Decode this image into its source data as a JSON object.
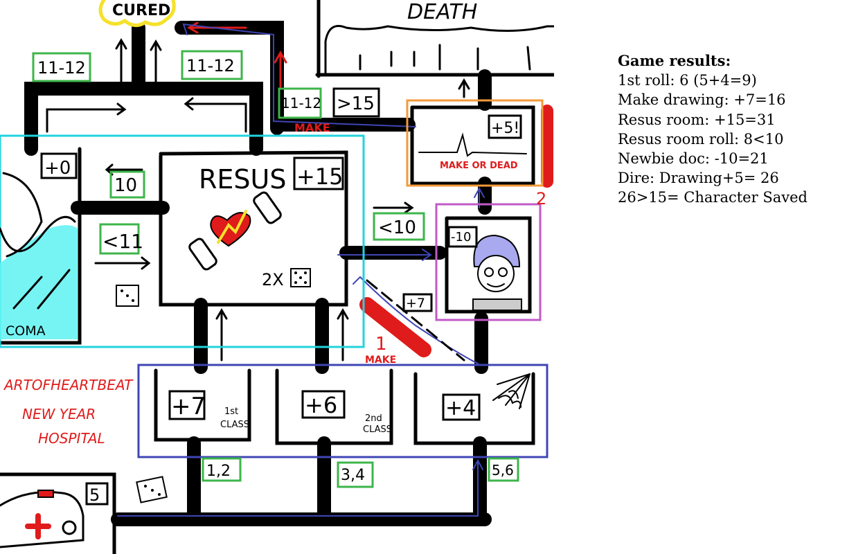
{
  "board": {
    "cured_label": "CURED",
    "death_label": "DEATH",
    "coma_label": "COMA",
    "resus_label": "RESUS",
    "resus_bonus": "+15",
    "resus_dice": "2X",
    "coma_bonus": "+0",
    "monitor_bonus": "+5!",
    "monitor_text": "MAKE OR DEAD",
    "newbie_malus": "-10",
    "ambulance_roll": "5",
    "gates": {
      "left_cured": "11-12",
      "mid_cured": "11-12",
      "right_cured": "11-12",
      "death_threshold": ">15",
      "coma_gate": "10",
      "coma_less": "<11",
      "newbie_gate": "<10",
      "slide_bonus": "+7"
    },
    "make_labels": [
      "MAKE",
      "MAKE"
    ],
    "number_labels": [
      "1",
      "2"
    ],
    "classes": [
      {
        "bonus": "+7",
        "label_a": "1st",
        "label_b": "CLASS",
        "roll": "1,2"
      },
      {
        "bonus": "+6",
        "label_a": "2nd",
        "label_b": "CLASS",
        "roll": "3,4"
      },
      {
        "bonus": "+4",
        "label_a": "",
        "label_b": "",
        "roll": "5,6"
      }
    ],
    "title_lines": [
      "ARTOFHEARTBEAT",
      "NEW YEAR",
      "HOSPITAL"
    ],
    "colors": {
      "cyan": "#22d3dd",
      "orange": "#f39a3a",
      "purple": "#c05ac8",
      "indigo": "#3f46b5",
      "red": "#e01b1b",
      "green": "#3db54a",
      "yellow": "#f5e12a"
    }
  },
  "results": {
    "title": "Game results:",
    "lines": [
      "1st roll: 6 (5+4=9)",
      "Make drawing: +7=16",
      "Resus room: +15=31",
      "Resus room roll: 8<10",
      "Newbie doc: -10=21",
      "Dire: Drawing+5= 26",
      "26>15= Character Saved"
    ]
  }
}
